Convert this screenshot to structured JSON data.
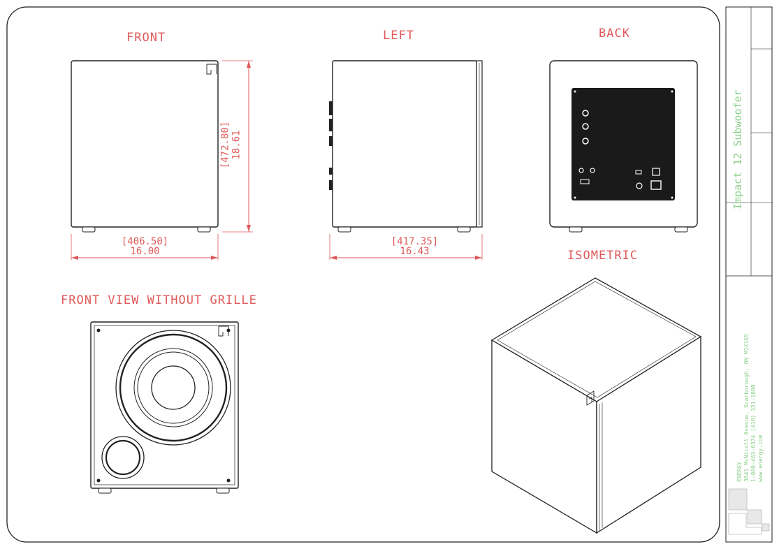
{
  "views": {
    "front": "FRONT",
    "left": "LEFT",
    "back": "BACK",
    "isometric": "ISOMETRIC",
    "front_no_grille": "FRONT VIEW WITHOUT GRILLE"
  },
  "dimensions": {
    "front_width_mm": "[406.50]",
    "front_width_in": "16.00",
    "front_height_mm": "[472.80]",
    "front_height_in": "18.61",
    "left_depth_mm": "[417.35]",
    "left_depth_in": "16.43"
  },
  "title_block": {
    "model": "Impact 12 Subwoofer",
    "company": "ENERGY",
    "address_1": "3641 McNicoll Avenue, Scarborough, ON M1X1G5",
    "phone": "1-800-463-6374 (416) 321-1800",
    "web": "www.energy.com"
  },
  "colors": {
    "line": "#222222",
    "dimension": "#e05a5a",
    "title_block": "#8bd08b"
  }
}
